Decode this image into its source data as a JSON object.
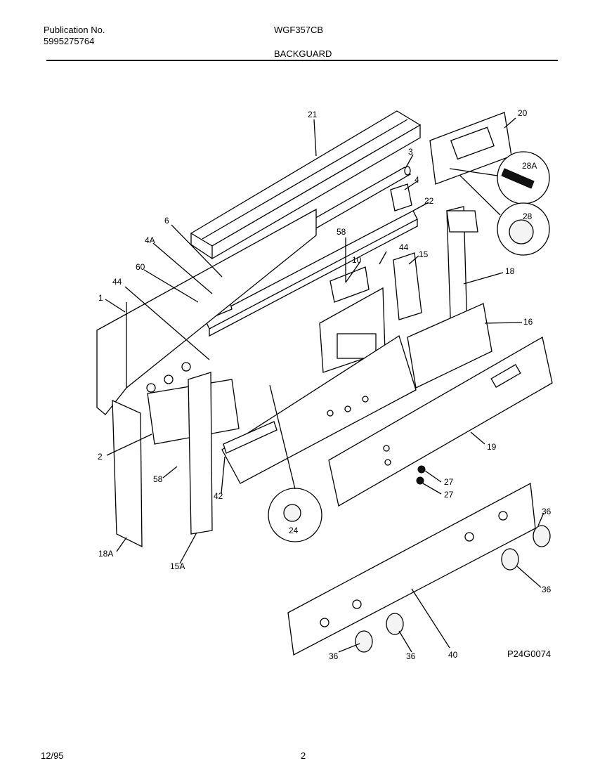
{
  "header": {
    "publication_label": "Publication No.",
    "publication_number": "5995275764",
    "model": "WGF357CB",
    "section": "BACKGUARD"
  },
  "footer": {
    "date": "12/95",
    "page": "2"
  },
  "diagram": {
    "reference_code": "P24G0074",
    "callouts": {
      "c21": "21",
      "c20": "20",
      "c3": "3",
      "c4": "4",
      "c28A": "28A",
      "c22": "22",
      "c28": "28",
      "c6": "6",
      "c4A": "4A",
      "c58a": "58",
      "c44a": "44",
      "c15": "15",
      "c10": "10",
      "c60": "60",
      "c18": "18",
      "c44b": "44",
      "c1": "1",
      "c16": "16",
      "c2": "2",
      "c19": "19",
      "c58b": "58",
      "c42": "42",
      "c27a": "27",
      "c27b": "27",
      "c24": "24",
      "c36a": "36",
      "c36b": "36",
      "c36c": "36",
      "c36d": "36",
      "c18A": "18A",
      "c15A": "15A",
      "c40": "40"
    }
  }
}
